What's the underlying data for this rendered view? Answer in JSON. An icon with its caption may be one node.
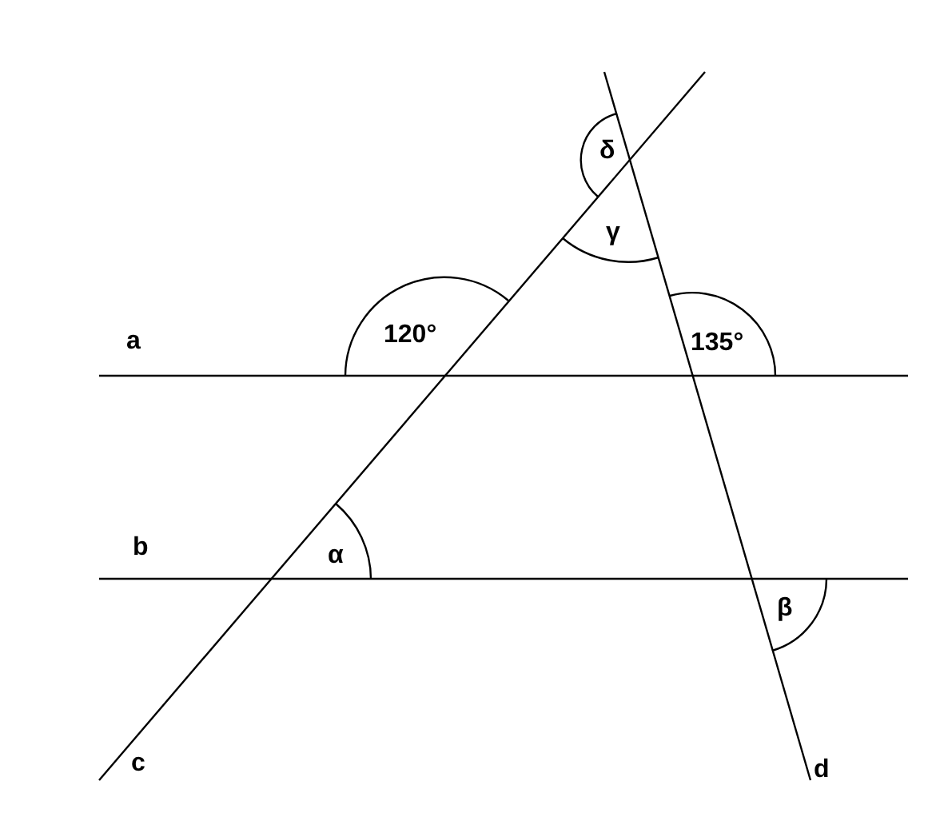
{
  "diagram": {
    "labels": [
      "δ",
      "γ",
      "a",
      "120°",
      "135°",
      "b",
      "α",
      "β",
      "c",
      "d"
    ]
  }
}
